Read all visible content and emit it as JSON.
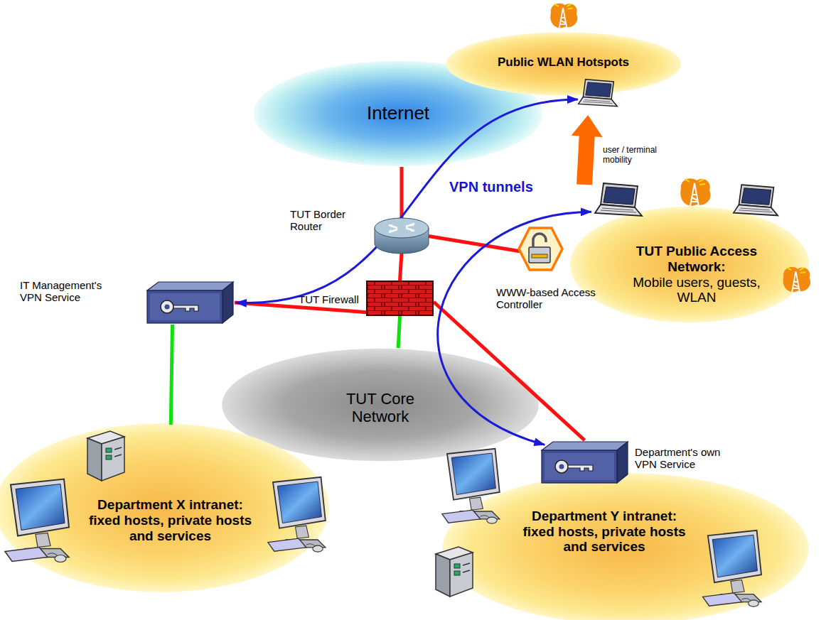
{
  "diagram": {
    "nodes": [
      {
        "text": [
          "Internet"
        ]
      },
      {
        "text": [
          "Public WLAN Hotspots"
        ]
      },
      {
        "text": [
          "TUT Public Access Network:",
          "Mobile users, guests, WLAN"
        ]
      },
      {
        "text": [
          "TUT Core Network"
        ]
      },
      {
        "text": [
          "Department X intranet: fixed hosts, private hosts and services"
        ]
      },
      {
        "text": [
          "Department Y intranet: fixed hosts, private hosts and services"
        ]
      },
      {
        "text": [
          "TUT Border Router"
        ]
      },
      {
        "text": [
          "TUT Firewall"
        ]
      },
      {
        "text": [
          "IT Management's VPN Service"
        ]
      },
      {
        "text": [
          "Department's own VPN Service"
        ]
      },
      {
        "text": [
          "WWW-based Access Controller"
        ]
      }
    ],
    "edges": [
      {
        "from": 0,
        "to": 6,
        "arrow": "none"
      },
      {
        "from": 6,
        "to": 7,
        "arrow": "none"
      },
      {
        "from": 6,
        "to": 10,
        "arrow": "none"
      },
      {
        "from": 7,
        "to": 8,
        "arrow": "none"
      },
      {
        "from": 7,
        "to": 9,
        "arrow": "none"
      },
      {
        "from": 7,
        "to": 3,
        "arrow": "none"
      },
      {
        "from": 8,
        "to": 4,
        "arrow": "none"
      },
      {
        "from": 1,
        "to": 8,
        "arrow": "both"
      },
      {
        "from": 2,
        "to": 9,
        "arrow": "both"
      },
      {
        "from": 2,
        "to": 1,
        "arrow": "to"
      }
    ],
    "labels": [
      "VPN tunnels",
      "user / terminal mobility"
    ]
  }
}
